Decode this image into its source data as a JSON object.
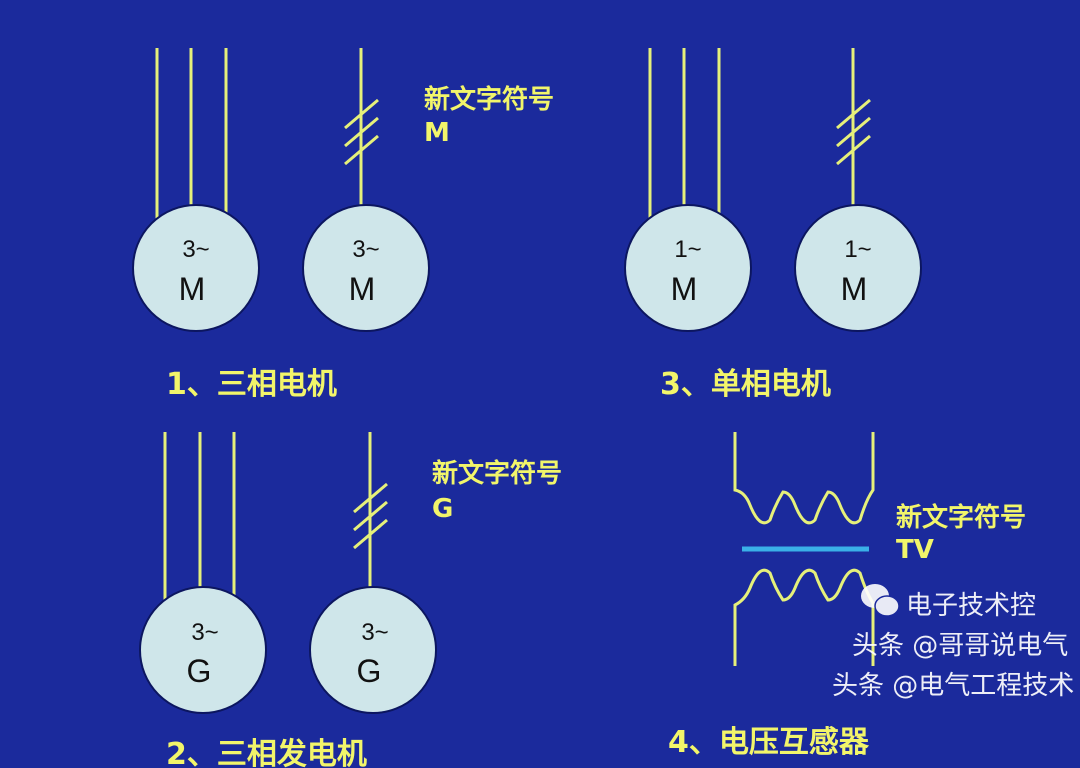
{
  "colors": {
    "background": "#1b2a9c",
    "line": "#e6f07a",
    "circle": "#cfe6ea",
    "core": "#3ab0e8",
    "text": "#f2f56a"
  },
  "notes": {
    "new_symbol": "新文字符号",
    "motor_code": "M",
    "generator_code": "G",
    "transformer_code": "TV"
  },
  "symbols": {
    "three_phase_motor": {
      "phase": "3~",
      "letter": "M",
      "label": "1、三相电机"
    },
    "single_phase_motor": {
      "phase": "1~",
      "letter": "M",
      "label": "3、单相电机"
    },
    "three_phase_generator": {
      "phase": "3~",
      "letter": "G",
      "label": "2、三相发电机"
    },
    "voltage_transformer": {
      "label": "4、电压互感器"
    }
  },
  "watermarks": {
    "wechat": "电子技术控",
    "toutiao1": "头条 @哥哥说电气",
    "toutiao2": "头条 @电气工程技术"
  }
}
